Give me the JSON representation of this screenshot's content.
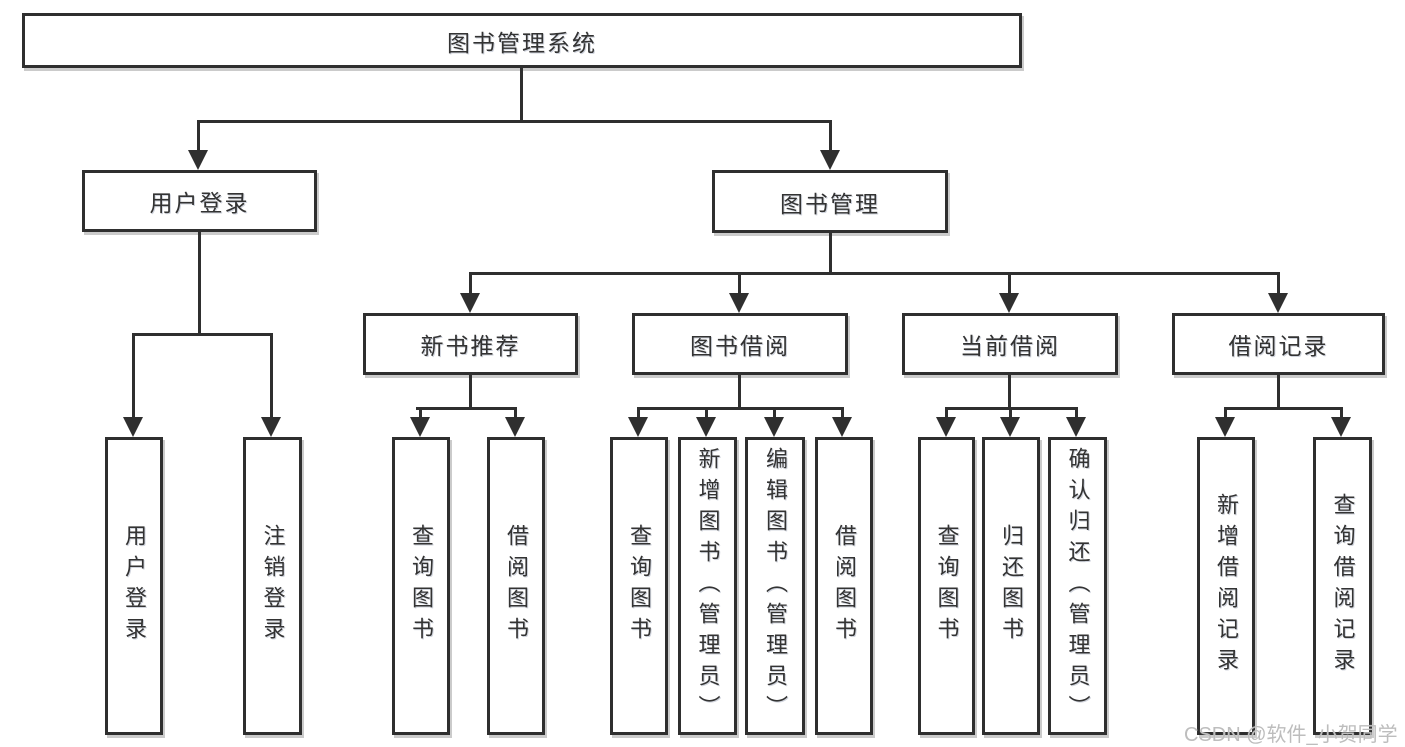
{
  "tree": {
    "label": "图书管理系统",
    "children": [
      {
        "label": "用户登录",
        "children": [
          {
            "label": "用户登录"
          },
          {
            "label": "注销登录"
          }
        ]
      },
      {
        "label": "图书管理",
        "children": [
          {
            "label": "新书推荐",
            "children": [
              {
                "label": "查询图书"
              },
              {
                "label": "借阅图书"
              }
            ]
          },
          {
            "label": "图书借阅",
            "children": [
              {
                "label": "查询图书"
              },
              {
                "label": "新增图书（管理员）"
              },
              {
                "label": "编辑图书（管理员）"
              },
              {
                "label": "借阅图书"
              }
            ]
          },
          {
            "label": "当前借阅",
            "children": [
              {
                "label": "查询图书"
              },
              {
                "label": "归还图书"
              },
              {
                "label": "确认归还（管理员）"
              }
            ]
          },
          {
            "label": "借阅记录",
            "children": [
              {
                "label": "新增借阅记录"
              },
              {
                "label": "查询借阅记录"
              }
            ]
          }
        ]
      }
    ]
  },
  "watermark": "CSDN @软件_小贺同学",
  "colors": {
    "line": "#2f2f2f",
    "box_background": "#ffffff",
    "text": "#333333",
    "watermark": "#bdbdbd"
  }
}
